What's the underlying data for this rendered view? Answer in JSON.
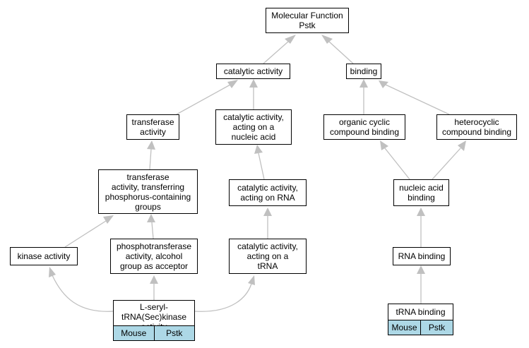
{
  "nodes": {
    "root": [
      "Molecular Function",
      "Pstk"
    ],
    "catalytic_activity": [
      "catalytic activity"
    ],
    "binding": [
      "binding"
    ],
    "transferase_activity": [
      "transferase",
      "activity"
    ],
    "catalytic_nucleic": [
      "catalytic activity,",
      "acting on a",
      "nucleic acid"
    ],
    "organic_cyclic": [
      "organic cyclic",
      "compound binding"
    ],
    "heterocyclic": [
      "heterocyclic",
      "compound binding"
    ],
    "transferase_phosphorus": [
      "transferase",
      "activity, transferring",
      "phosphorus-containing",
      "groups"
    ],
    "catalytic_rna": [
      "catalytic activity,",
      "acting on RNA"
    ],
    "nucleic_acid_binding": [
      "nucleic acid",
      "binding"
    ],
    "kinase_activity": [
      "kinase activity"
    ],
    "phosphotransferase": [
      "phosphotransferase",
      "activity, alcohol",
      "group as acceptor"
    ],
    "catalytic_trna": [
      "catalytic activity,",
      "acting on a",
      "tRNA"
    ],
    "rna_binding": [
      "RNA binding"
    ],
    "lseryl": [
      "L-seryl-tRNA(Sec)",
      "kinase activity"
    ],
    "trna_binding": [
      "tRNA binding"
    ]
  },
  "tags": {
    "lseryl": [
      "Mouse",
      "Pstk"
    ],
    "trna_binding": [
      "Mouse",
      "Pstk"
    ]
  },
  "colors": {
    "edge": "#c0c0c0",
    "tag_bg": "#add8e6",
    "border": "#000000"
  }
}
